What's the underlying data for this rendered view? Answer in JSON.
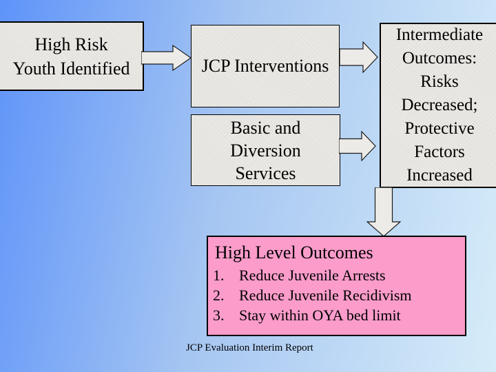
{
  "slide": {
    "nodes": {
      "high_risk": {
        "lines": [
          "High Risk",
          "Youth Identified"
        ]
      },
      "jcp_interventions": {
        "label": "JCP Interventions"
      },
      "basic_diversion": {
        "lines": [
          "Basic and",
          "Diversion",
          "Services"
        ]
      },
      "intermediate_outcomes": {
        "lines": [
          "Intermediate",
          "Outcomes:",
          "Risks",
          "Decreased;",
          "Protective",
          "Factors",
          "Increased"
        ]
      },
      "high_level_outcomes": {
        "title": "High Level Outcomes",
        "items": [
          {
            "num": "1.",
            "text": "Reduce Juvenile Arrests"
          },
          {
            "num": "2.",
            "text": "Reduce Juvenile Recidivism"
          },
          {
            "num": "3.",
            "text": "Stay within OYA bed limit"
          }
        ]
      }
    },
    "footer": "JCP Evaluation Interim Report",
    "colors": {
      "bg_left": "#5E93F9",
      "bg_mid": "#A6C6F2",
      "bg_right": "#D6ECF9",
      "box_fill": "#ECEBE7",
      "box_border": "#000000",
      "pink_fill": "#FB9CCA",
      "text": "#000000"
    }
  }
}
